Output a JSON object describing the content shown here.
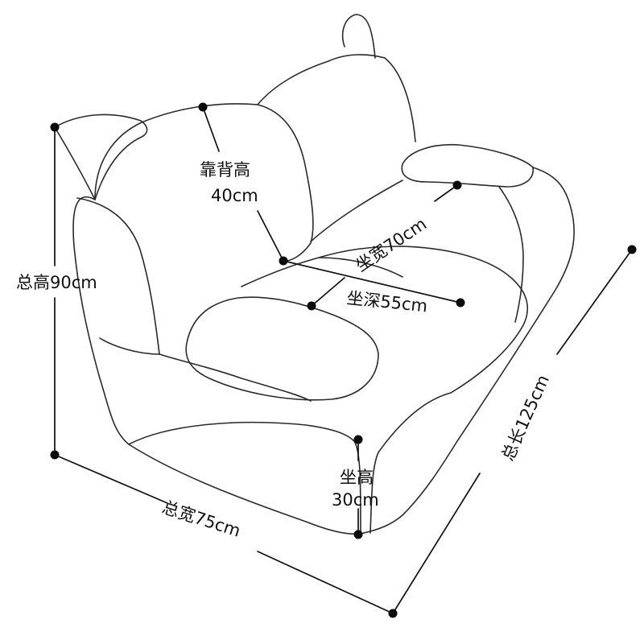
{
  "labels": {
    "total_height": "总高90cm",
    "back_height_title": "靠背高",
    "back_height_value": "40cm",
    "seat_width": "坐宽70cm",
    "seat_depth": "坐深55cm",
    "total_length": "总长125cm",
    "seat_height_title": "坐高",
    "seat_height_value": "30cm",
    "total_width": "总宽75cm"
  },
  "colors": {
    "outline": "#2a2a2a",
    "dimension": "#111111",
    "background": "#ffffff"
  }
}
